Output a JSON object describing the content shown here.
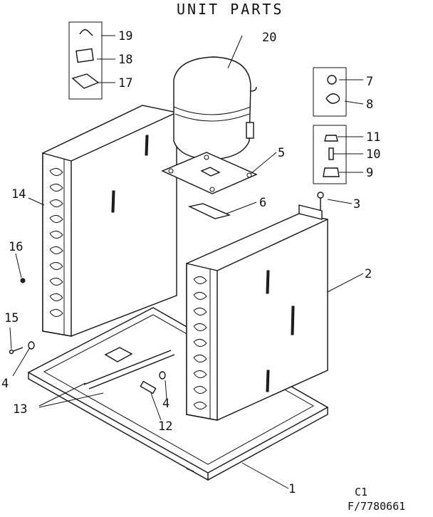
{
  "title": "UNIT PARTS",
  "callouts": [
    {
      "id": "1",
      "text": "1"
    },
    {
      "id": "2",
      "text": "2"
    },
    {
      "id": "3",
      "text": "3"
    },
    {
      "id": "4a",
      "text": "4"
    },
    {
      "id": "4b",
      "text": "4"
    },
    {
      "id": "5",
      "text": "5"
    },
    {
      "id": "6",
      "text": "6"
    },
    {
      "id": "7",
      "text": "7"
    },
    {
      "id": "8",
      "text": "8"
    },
    {
      "id": "9",
      "text": "9"
    },
    {
      "id": "10",
      "text": "10"
    },
    {
      "id": "11",
      "text": "11"
    },
    {
      "id": "12",
      "text": "12"
    },
    {
      "id": "13",
      "text": "13"
    },
    {
      "id": "14",
      "text": "14"
    },
    {
      "id": "15",
      "text": "15"
    },
    {
      "id": "16",
      "text": "16"
    },
    {
      "id": "17",
      "text": "17"
    },
    {
      "id": "18",
      "text": "18"
    },
    {
      "id": "19",
      "text": "19"
    },
    {
      "id": "20",
      "text": "20"
    }
  ],
  "footer": {
    "line1": "C1",
    "line2": "F/7780661"
  }
}
